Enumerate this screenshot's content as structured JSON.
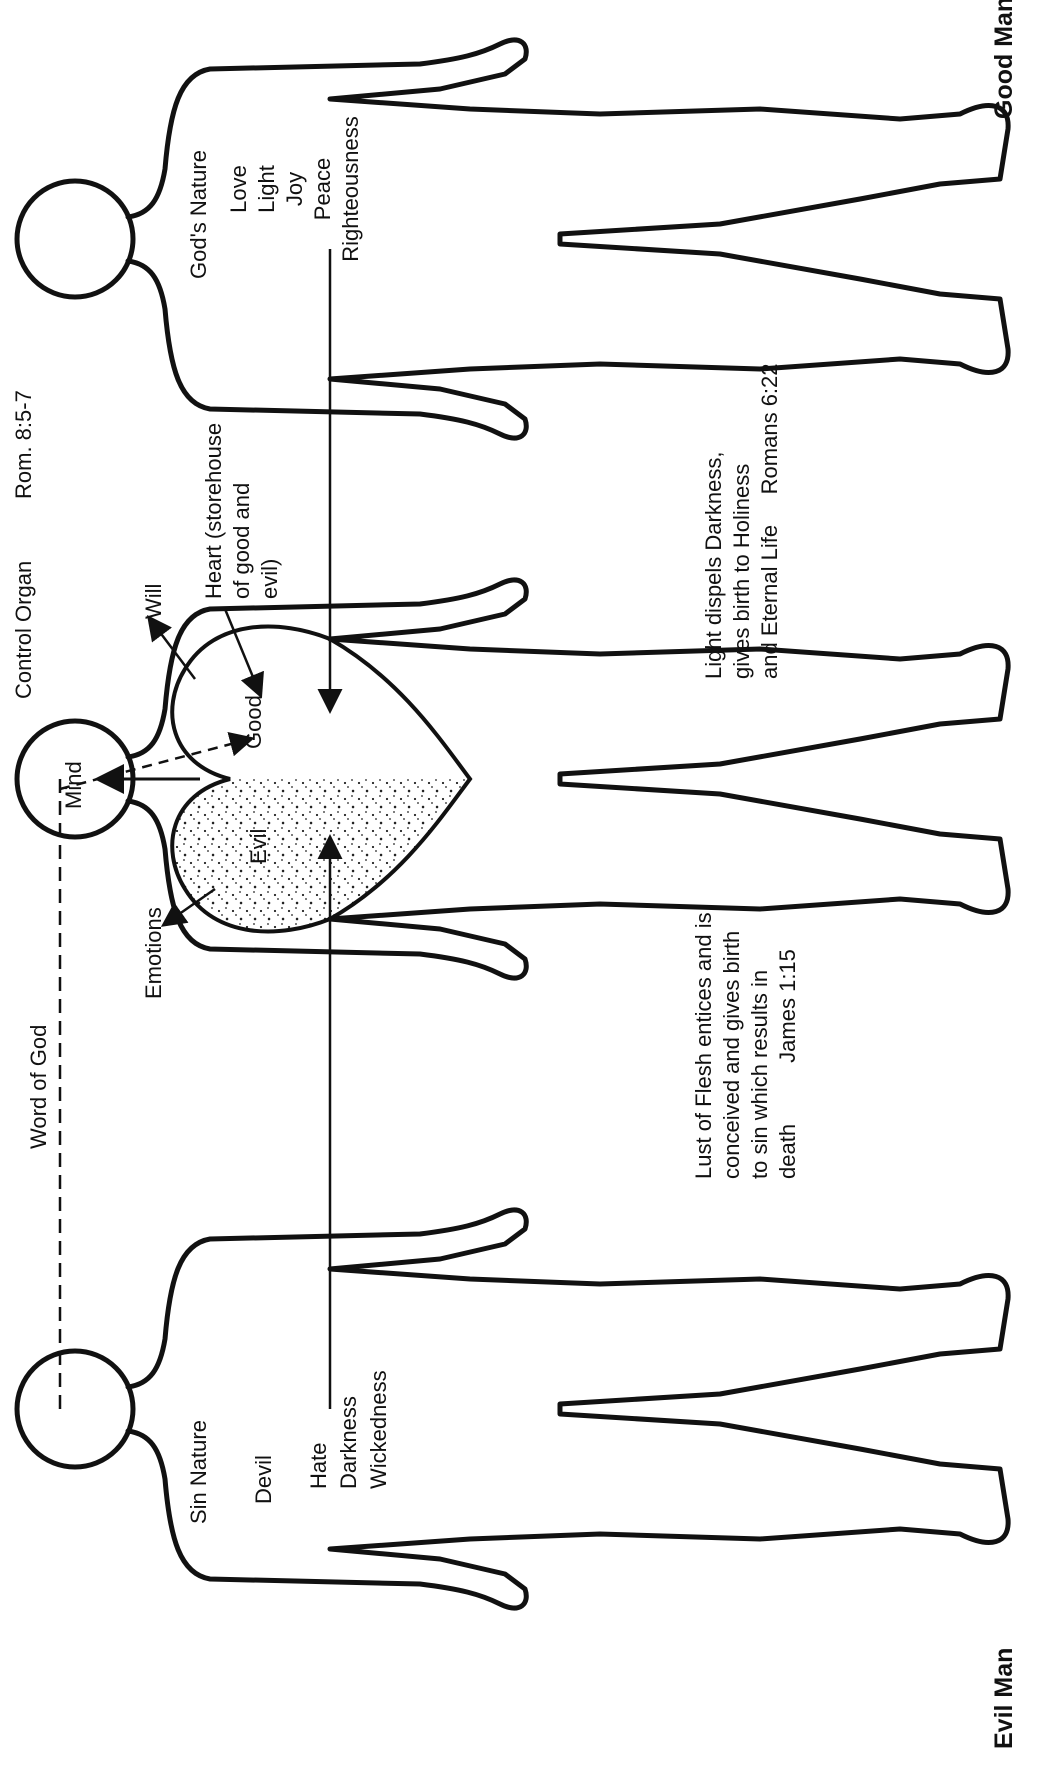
{
  "captions": {
    "evil_man": "Evil Man",
    "good_man": "Good Man",
    "control_organ": "Control Organ",
    "control_ref": "Rom. 8:5-7",
    "word_of_god": "Word of God"
  },
  "evil_figure": {
    "nature": "Sin Nature",
    "devil": "Devil",
    "traits": [
      "Hate",
      "Darkness",
      "Wickedness"
    ]
  },
  "middle_figure": {
    "mind": "Mind",
    "will": "Will",
    "heart": [
      "Heart (storehouse",
      "of good and",
      "evil)"
    ],
    "good": "Good",
    "evil": "Evil",
    "emotions": "Emotions"
  },
  "good_figure": {
    "nature": "God's Nature",
    "traits": [
      "Love",
      "Light",
      "Joy",
      "Peace",
      "Righteousness"
    ]
  },
  "notes": {
    "lust": [
      "Lust of Flesh entices and is",
      "conceived and gives birth",
      "to sin which results in",
      "death          James 1:15"
    ],
    "light": [
      "Light dispels Darkness,",
      "gives birth to Holiness",
      "and Eternal Life     Romans 6:22"
    ]
  }
}
